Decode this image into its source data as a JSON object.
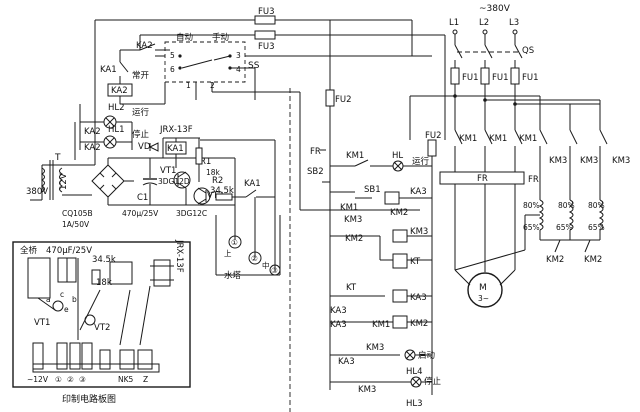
{
  "power": {
    "fuse_fu3": "FU3",
    "voltage_top": "~380V",
    "phase_l1": "L1",
    "phase_l2": "L2",
    "phase_l3": "L3",
    "switch_qs": "QS",
    "fuse_fu1": "FU1",
    "fuse_fu2": "FU2",
    "contactor_km1": "KM1",
    "contactor_km2": "KM2",
    "contactor_km3": "KM3",
    "relay_fr": "FR",
    "motor": "M",
    "motor_phase": "3~",
    "tap_80": "80%",
    "tap_65": "65%"
  },
  "control": {
    "relay_ka1": "KA1",
    "relay_ka2": "KA2",
    "normally_open": "常开",
    "mode_auto": "自动",
    "mode_manual": "手动",
    "selector_ss": "SS",
    "lamp_hl2": "HL2",
    "lamp_hl1": "HL1",
    "label_run": "运行",
    "label_stop": "停止",
    "relay_type": "JRX-13F",
    "led_vd": "VD",
    "transformer_t": "T",
    "voltage_380": "380V",
    "voltage_12": "12V",
    "bridge": "CQ105B",
    "bridge_rating": "1A/50V",
    "c1_label": "C1",
    "c1_value": "470μ/25V",
    "vt1": "VT1",
    "vt1_type": "3DG12D",
    "vt2": "VT2",
    "vt2_type": "3DG12C",
    "r1": "R1",
    "r1_value": "18k",
    "r2": "R2",
    "r2_value": "34.5k",
    "probe_1": "①",
    "probe_2": "②",
    "probe_3": "③",
    "level_top": "上",
    "level_mid": "中",
    "tank": "水塔",
    "sb1": "SB1",
    "sb2": "SB2",
    "kt": "KT",
    "ka3": "KA3",
    "hl3": "HL3",
    "hl4": "HL4",
    "hl": "HL",
    "start": "启动",
    "stop": "停止",
    "fr": "FR",
    "contact_3": "3",
    "contact_4": "4",
    "contact_5": "5",
    "contact_6": "6",
    "contact_1": "1",
    "contact_2": "2"
  },
  "pcb": {
    "bridge_label": "全桥",
    "cap_label": "470μF/25V",
    "r_label": "34.5k",
    "r18k": "18k",
    "vt1": "VT1",
    "vt2": "VT2",
    "relay": "JRX-13F",
    "pin_a": "a",
    "pin_b": "b",
    "pin_c": "c",
    "pin_e": "e",
    "term_12v": "~12V",
    "term_1": "①",
    "term_2": "②",
    "term_3": "③",
    "term_nk5": "NK5",
    "term_z": "Z",
    "caption": "印制电路板图"
  }
}
